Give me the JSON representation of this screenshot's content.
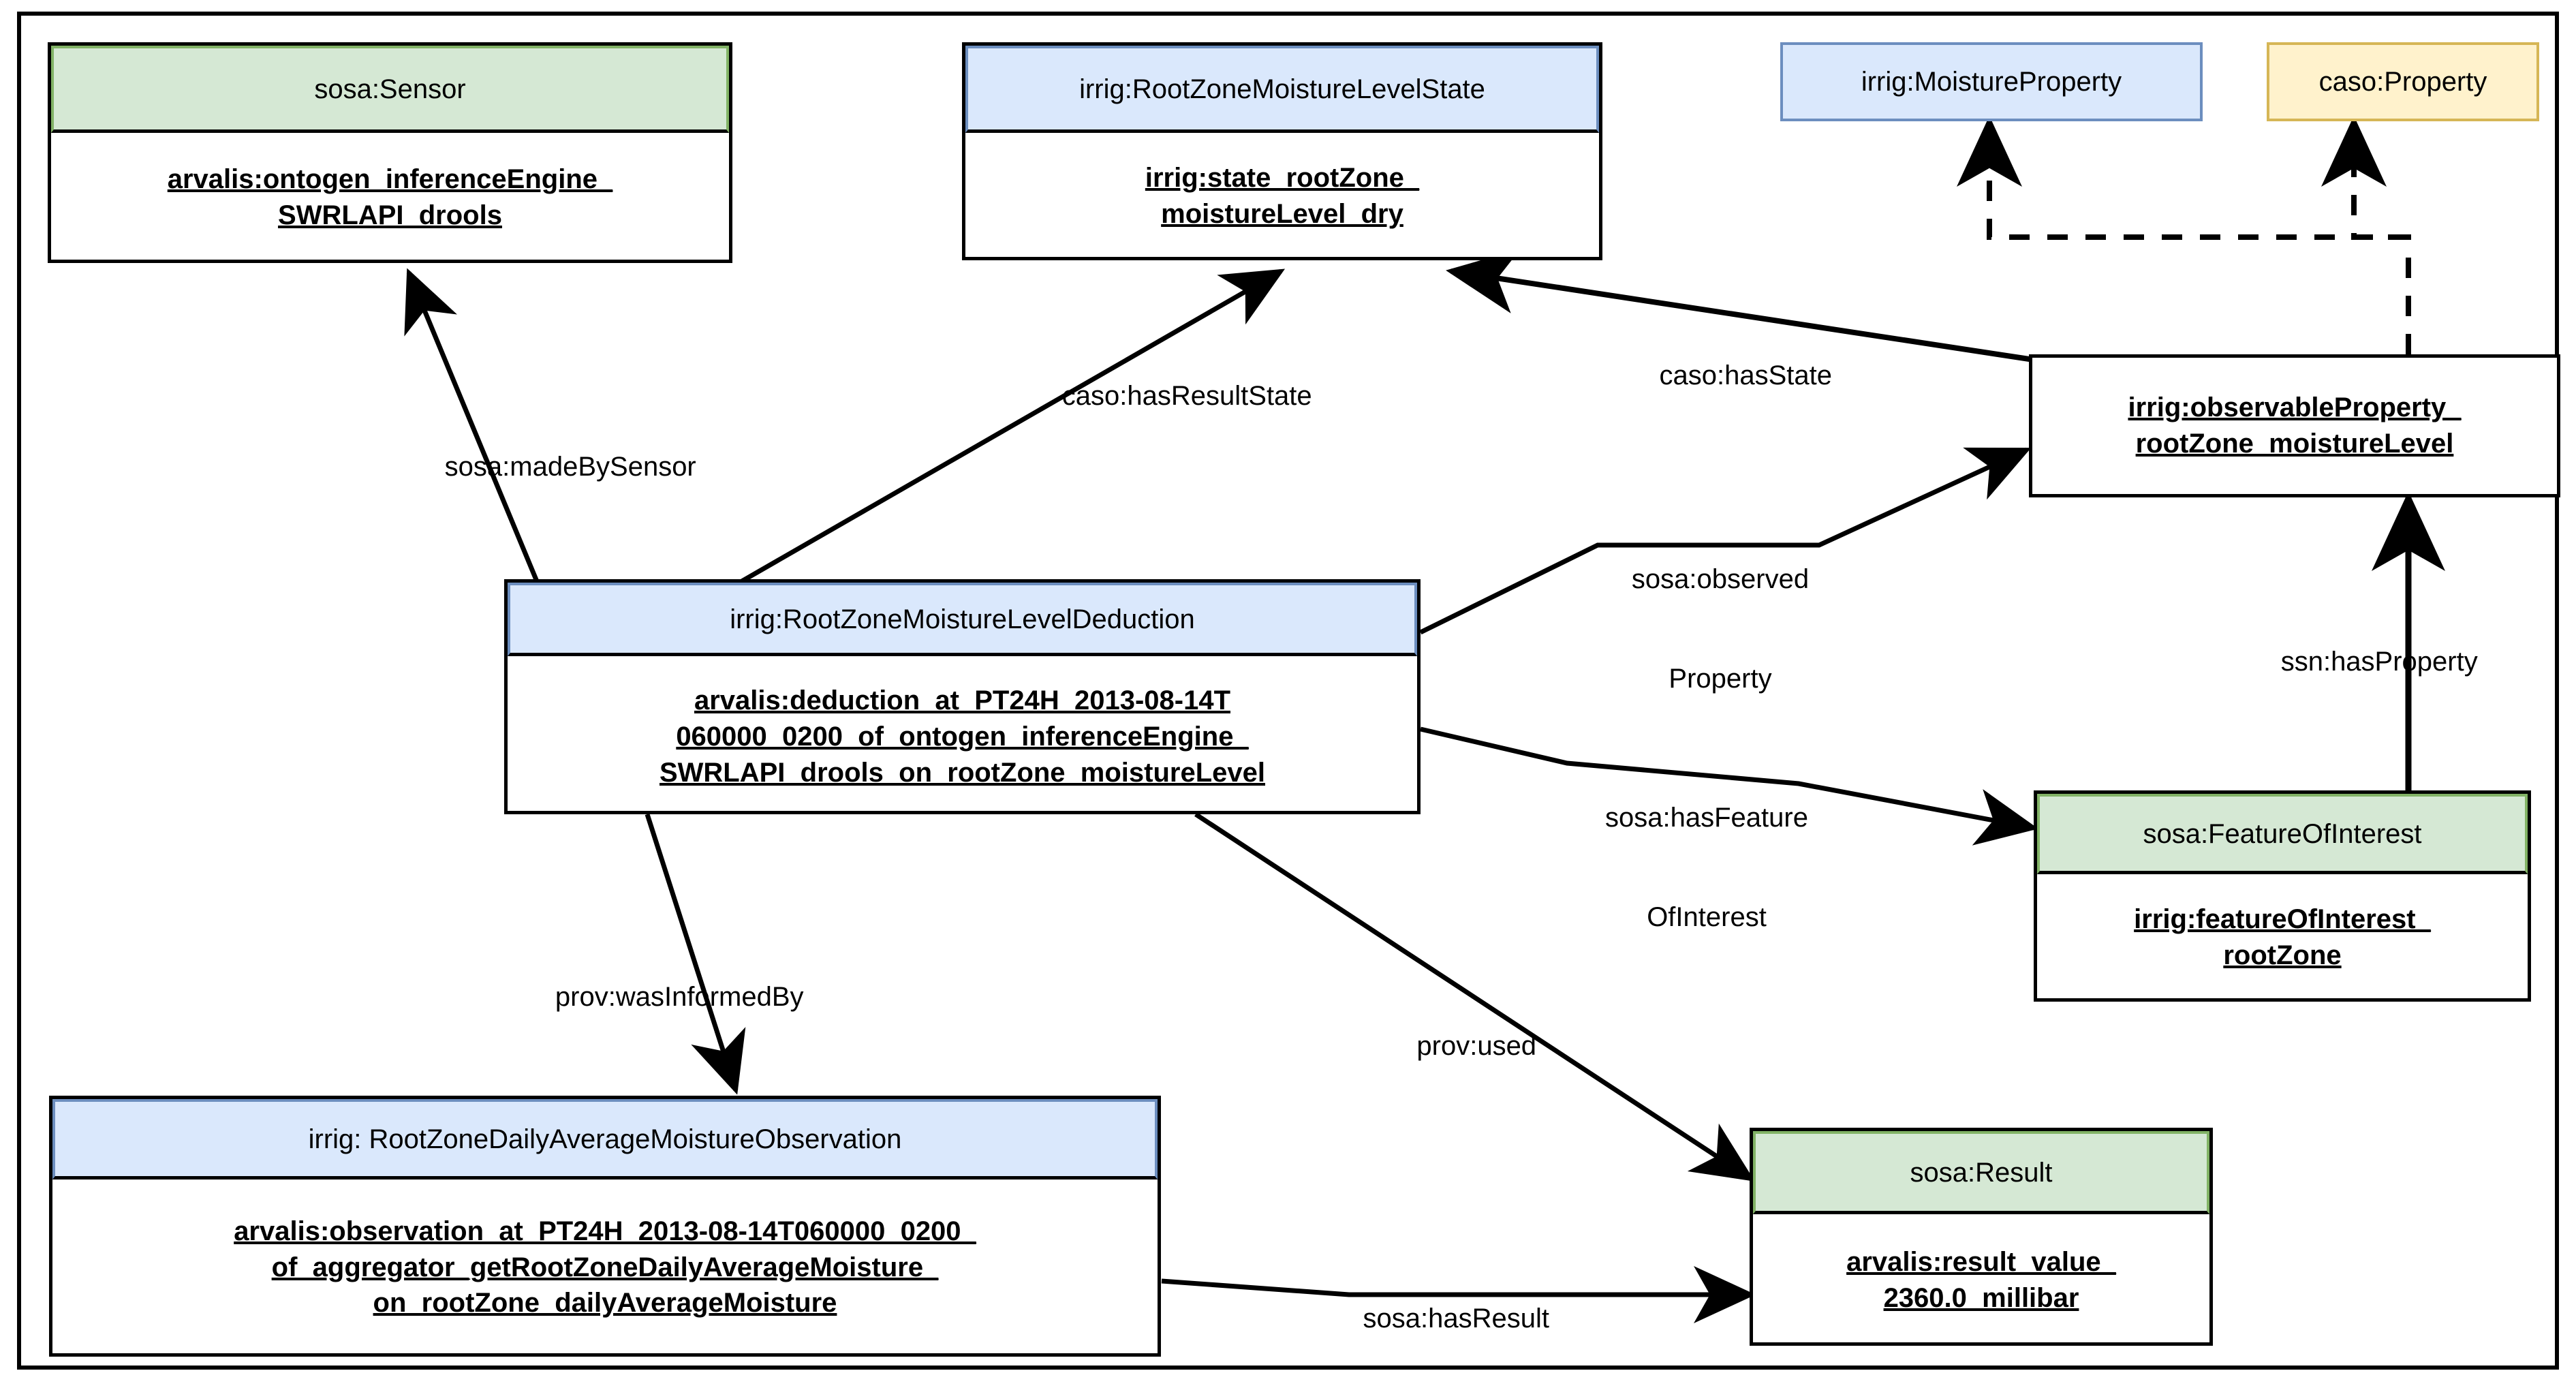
{
  "diagram": {
    "type": "uml-object-diagram",
    "title": "",
    "palette": {
      "green_fill": "#d5e8d4",
      "green_stroke": "#82b366",
      "blue_fill": "#dae8fc",
      "blue_stroke": "#6c8ebf",
      "yellow_fill": "#fff2cc",
      "yellow_stroke": "#d6b656",
      "line": "#000000",
      "background": "#ffffff"
    },
    "nodes": [
      {
        "id": "sensor",
        "header": "sosa:Sensor",
        "header_color": "green",
        "body": [
          "arvalis:ontogen_inferenceEngine_",
          "SWRLAPI_drools"
        ]
      },
      {
        "id": "state",
        "header": "irrig:RootZoneMoistureLevelState",
        "header_color": "blue",
        "body": [
          "irrig:state_rootZone_",
          "moistureLevel_dry"
        ]
      },
      {
        "id": "moisture_property",
        "header": "irrig:MoistureProperty",
        "header_color": "blue",
        "body": []
      },
      {
        "id": "caso_property",
        "header": "caso:Property",
        "header_color": "yellow",
        "body": []
      },
      {
        "id": "observable_property",
        "header": "",
        "header_color": "none",
        "body": [
          "irrig:observableProperty_",
          "rootZone_moistureLevel"
        ]
      },
      {
        "id": "deduction",
        "header": "irrig:RootZoneMoistureLevelDeduction",
        "header_color": "blue",
        "body": [
          "arvalis:deduction_at_PT24H_2013-08-14T",
          "060000_0200_of_ontogen_inferenceEngine_",
          "SWRLAPI_drools_on_rootZone_moistureLevel"
        ]
      },
      {
        "id": "feature_of_interest",
        "header": "sosa:FeatureOfInterest",
        "header_color": "green",
        "body": [
          "irrig:featureOfInterest_",
          "rootZone"
        ]
      },
      {
        "id": "observation",
        "header": "irrig: RootZoneDailyAverageMoistureObservation",
        "header_color": "blue",
        "body": [
          "arvalis:observation_at_PT24H_2013-08-14T060000_0200_",
          "of_aggregator_getRootZoneDailyAverageMoisture_",
          "on_rootZone_dailyAverageMoisture"
        ]
      },
      {
        "id": "result",
        "header": "sosa:Result",
        "header_color": "green",
        "body": [
          "arvalis:result_value_",
          "2360.0_millibar"
        ]
      }
    ],
    "edges": [
      {
        "id": "made_by_sensor",
        "label": "sosa:madeBySensor",
        "from": "deduction",
        "to": "sensor",
        "style": "solid"
      },
      {
        "id": "has_result_state",
        "label": "caso:hasResultState",
        "from": "deduction",
        "to": "state",
        "style": "solid"
      },
      {
        "id": "has_state",
        "label": "caso:hasState",
        "from": "observable_property",
        "to": "state",
        "style": "solid"
      },
      {
        "id": "observed_property",
        "label": "sosa:observed\nProperty",
        "label_line1": "sosa:observed",
        "label_line2": "Property",
        "from": "deduction",
        "to": "observable_property",
        "style": "solid"
      },
      {
        "id": "has_feature_of_interest",
        "label": "sosa:hasFeature\nOfInterest",
        "label_line1": "sosa:hasFeature",
        "label_line2": "OfInterest",
        "from": "deduction",
        "to": "feature_of_interest",
        "style": "solid"
      },
      {
        "id": "has_property",
        "label": "ssn:hasProperty",
        "from": "feature_of_interest",
        "to": "observable_property",
        "style": "solid"
      },
      {
        "id": "was_informed_by",
        "label": "prov:wasInformedBy",
        "from": "deduction",
        "to": "observation",
        "style": "solid"
      },
      {
        "id": "prov_used",
        "label": "prov:used",
        "from": "deduction",
        "to": "result",
        "style": "solid"
      },
      {
        "id": "has_result",
        "label": "sosa:hasResult",
        "from": "observation",
        "to": "result",
        "style": "solid"
      },
      {
        "id": "type_moisture_property",
        "label": "",
        "from": "observable_property",
        "to": "moisture_property",
        "style": "dashed"
      },
      {
        "id": "type_caso_property",
        "label": "",
        "from": "observable_property",
        "to": "caso_property",
        "style": "dashed"
      }
    ]
  }
}
